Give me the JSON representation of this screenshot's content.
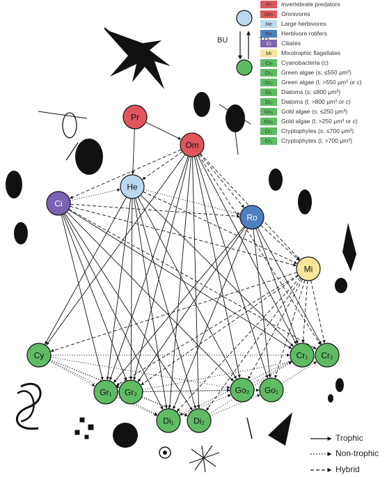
{
  "legend": [
    {
      "code": "Pr",
      "label": "Invertebrate predators",
      "color": "#e0565b"
    },
    {
      "code": "Om",
      "label": "Omnivores",
      "color": "#e0565b"
    },
    {
      "code": "He",
      "label": "Large herbivores",
      "color": "#bcd7ee"
    },
    {
      "code": "Ro",
      "label": "Herbivore rotifers",
      "color": "#4f7fc1"
    },
    {
      "code": "Ci",
      "label": "Ciliates",
      "color": "#7b62b3"
    },
    {
      "code": "Mi",
      "label": "Mixotrophic flagellates",
      "color": "#f6e89a"
    },
    {
      "code": "Cy",
      "label": "Cyanobacteria (c)",
      "color": "#5fbb63"
    },
    {
      "code": "Gr₁",
      "label": "Green algae (s; ≤550 μm³)",
      "color": "#5fbb63"
    },
    {
      "code": "Gr₂",
      "label": "Green algae (l; >550 μm³ or c)",
      "color": "#5fbb63"
    },
    {
      "code": "Di₁",
      "label": "Diatoms (s; ≤800 μm³)",
      "color": "#5fbb63"
    },
    {
      "code": "Di₂",
      "label": "Diatoms (l; >800 μm³ or c)",
      "color": "#5fbb63"
    },
    {
      "code": "Go₁",
      "label": "Gold algae (s; ≤250 μm³)",
      "color": "#5fbb63"
    },
    {
      "code": "Go₂",
      "label": "Gold algae (l; >250 μm³ or c)",
      "color": "#5fbb63"
    },
    {
      "code": "Cr₁",
      "label": "Cryptophytes (s; ≤700 μm³)",
      "color": "#5fbb63"
    },
    {
      "code": "Cr₂",
      "label": "Cryptophytes (l; >700 μm³)",
      "color": "#5fbb63"
    }
  ],
  "direction": {
    "up": "BU",
    "down": "TD"
  },
  "edge_types": [
    {
      "style": "solid",
      "label": "Trophic"
    },
    {
      "style": "dotted",
      "label": "Non-trophic"
    },
    {
      "style": "dashed",
      "label": "Hybrid"
    }
  ],
  "nodes": [
    {
      "id": "Pr",
      "label": "Pr",
      "color": "#e0565b"
    },
    {
      "id": "Om",
      "label": "Om",
      "color": "#e0565b"
    },
    {
      "id": "He",
      "label": "He",
      "color": "#bcd7ee"
    },
    {
      "id": "Ci",
      "label": "Ci",
      "color": "#7b62b3"
    },
    {
      "id": "Ro",
      "label": "Ro",
      "color": "#4f7fc1"
    },
    {
      "id": "Mi",
      "label": "Mi",
      "color": "#f6e89a"
    },
    {
      "id": "Cy",
      "label": "Cy",
      "color": "#5fbb63"
    },
    {
      "id": "Gr1",
      "label": "Gr₁",
      "color": "#5fbb63"
    },
    {
      "id": "Gr2",
      "label": "Gr₂",
      "color": "#5fbb63"
    },
    {
      "id": "Di1",
      "label": "Di₁",
      "color": "#5fbb63"
    },
    {
      "id": "Di2",
      "label": "Di₂",
      "color": "#5fbb63"
    },
    {
      "id": "Go2",
      "label": "Go₂",
      "color": "#5fbb63"
    },
    {
      "id": "Go1",
      "label": "Go₁",
      "color": "#5fbb63"
    },
    {
      "id": "Cr1",
      "label": "Cr₁",
      "color": "#5fbb63"
    },
    {
      "id": "Cr2",
      "label": "Cr₂",
      "color": "#5fbb63"
    }
  ],
  "edges": [
    {
      "from": "Pr",
      "to": "Om",
      "type": "solid"
    },
    {
      "from": "Pr",
      "to": "He",
      "type": "solid"
    },
    {
      "from": "Om",
      "to": "He",
      "type": "dashed"
    },
    {
      "from": "Om",
      "to": "Ci",
      "type": "dashed"
    },
    {
      "from": "Om",
      "to": "Ro",
      "type": "dashed"
    },
    {
      "from": "Om",
      "to": "Mi",
      "type": "dashed"
    },
    {
      "from": "Ci",
      "to": "He",
      "type": "dotted"
    },
    {
      "from": "He",
      "to": "Ro",
      "type": "dotted"
    },
    {
      "from": "Ci",
      "to": "Ro",
      "type": "dashed"
    },
    {
      "from": "Ci",
      "to": "Mi",
      "type": "dashed"
    },
    {
      "from": "He",
      "to": "Mi",
      "type": "dashed"
    },
    {
      "from": "Ro",
      "to": "Mi",
      "type": "dashed"
    },
    {
      "from": "Om",
      "to": "Cy",
      "type": "solid"
    },
    {
      "from": "Om",
      "to": "Gr1",
      "type": "solid"
    },
    {
      "from": "Om",
      "to": "Gr2",
      "type": "solid"
    },
    {
      "from": "Om",
      "to": "Di1",
      "type": "solid"
    },
    {
      "from": "Om",
      "to": "Di2",
      "type": "solid"
    },
    {
      "from": "Om",
      "to": "Go1",
      "type": "solid"
    },
    {
      "from": "Om",
      "to": "Go2",
      "type": "solid"
    },
    {
      "from": "Om",
      "to": "Cr1",
      "type": "solid"
    },
    {
      "from": "He",
      "to": "Cy",
      "type": "solid"
    },
    {
      "from": "He",
      "to": "Gr1",
      "type": "solid"
    },
    {
      "from": "He",
      "to": "Gr2",
      "type": "solid"
    },
    {
      "from": "He",
      "to": "Di1",
      "type": "solid"
    },
    {
      "from": "He",
      "to": "Di2",
      "type": "solid"
    },
    {
      "from": "He",
      "to": "Go2",
      "type": "solid"
    },
    {
      "from": "He",
      "to": "Cr1",
      "type": "solid"
    },
    {
      "from": "Ci",
      "to": "Gr1",
      "type": "solid"
    },
    {
      "from": "Ci",
      "to": "Gr2",
      "type": "solid"
    },
    {
      "from": "Ci",
      "to": "Di1",
      "type": "solid"
    },
    {
      "from": "Ci",
      "to": "Di2",
      "type": "solid"
    },
    {
      "from": "Ci",
      "to": "Go2",
      "type": "solid"
    },
    {
      "from": "Ci",
      "to": "Cr1",
      "type": "solid"
    },
    {
      "from": "Ro",
      "to": "Gr1",
      "type": "solid"
    },
    {
      "from": "Ro",
      "to": "Gr2",
      "type": "solid"
    },
    {
      "from": "Ro",
      "to": "Di1",
      "type": "solid"
    },
    {
      "from": "Ro",
      "to": "Go1",
      "type": "solid"
    },
    {
      "from": "Ro",
      "to": "Cr1",
      "type": "solid"
    },
    {
      "from": "Ro",
      "to": "Cr2",
      "type": "solid"
    },
    {
      "from": "Mi",
      "to": "Cy",
      "type": "dashed"
    },
    {
      "from": "Mi",
      "to": "Gr1",
      "type": "dashed"
    },
    {
      "from": "Mi",
      "to": "Gr2",
      "type": "dashed"
    },
    {
      "from": "Mi",
      "to": "Di1",
      "type": "dashed"
    },
    {
      "from": "Mi",
      "to": "Di2",
      "type": "dashed"
    },
    {
      "from": "Mi",
      "to": "Go1",
      "type": "dashed"
    },
    {
      "from": "Mi",
      "to": "Go2",
      "type": "dashed"
    },
    {
      "from": "Mi",
      "to": "Cr1",
      "type": "dashed"
    },
    {
      "from": "Mi",
      "to": "Cr2",
      "type": "dashed"
    },
    {
      "from": "Om",
      "to": "Cr2",
      "type": "dashed"
    },
    {
      "from": "Ci",
      "to": "Cr2",
      "type": "dashed"
    },
    {
      "from": "Cy",
      "to": "Gr1",
      "type": "dotted"
    },
    {
      "from": "Cy",
      "to": "Gr2",
      "type": "dotted"
    },
    {
      "from": "Cy",
      "to": "Di1",
      "type": "dotted"
    },
    {
      "from": "Cy",
      "to": "Di2",
      "type": "dotted"
    },
    {
      "from": "Cy",
      "to": "Go2",
      "type": "dotted"
    },
    {
      "from": "Cy",
      "to": "Cr1",
      "type": "dotted"
    },
    {
      "from": "Gr1",
      "to": "Di1",
      "type": "dotted"
    },
    {
      "from": "Gr2",
      "to": "Di2",
      "type": "dotted"
    },
    {
      "from": "Gr1",
      "to": "Go2",
      "type": "dotted"
    },
    {
      "from": "Gr2",
      "to": "Go1",
      "type": "dotted"
    },
    {
      "from": "Di1",
      "to": "Go2",
      "type": "dotted"
    },
    {
      "from": "Di2",
      "to": "Go1",
      "type": "dotted"
    },
    {
      "from": "Go2",
      "to": "Cr1",
      "type": "dotted"
    },
    {
      "from": "Go1",
      "to": "Cr2",
      "type": "dotted"
    },
    {
      "from": "Di2",
      "to": "Cr1",
      "type": "dotted"
    },
    {
      "from": "Gr2",
      "to": "Cr2",
      "type": "dotted"
    },
    {
      "from": "Cr1",
      "to": "Di1",
      "type": "dotted"
    }
  ],
  "organisms": [
    {
      "name": "copepod-silhouette"
    },
    {
      "name": "cladoceran-silhouette"
    },
    {
      "name": "rotifer-silhouette"
    },
    {
      "name": "ciliate-silhouette"
    },
    {
      "name": "algae-silhouette"
    }
  ]
}
